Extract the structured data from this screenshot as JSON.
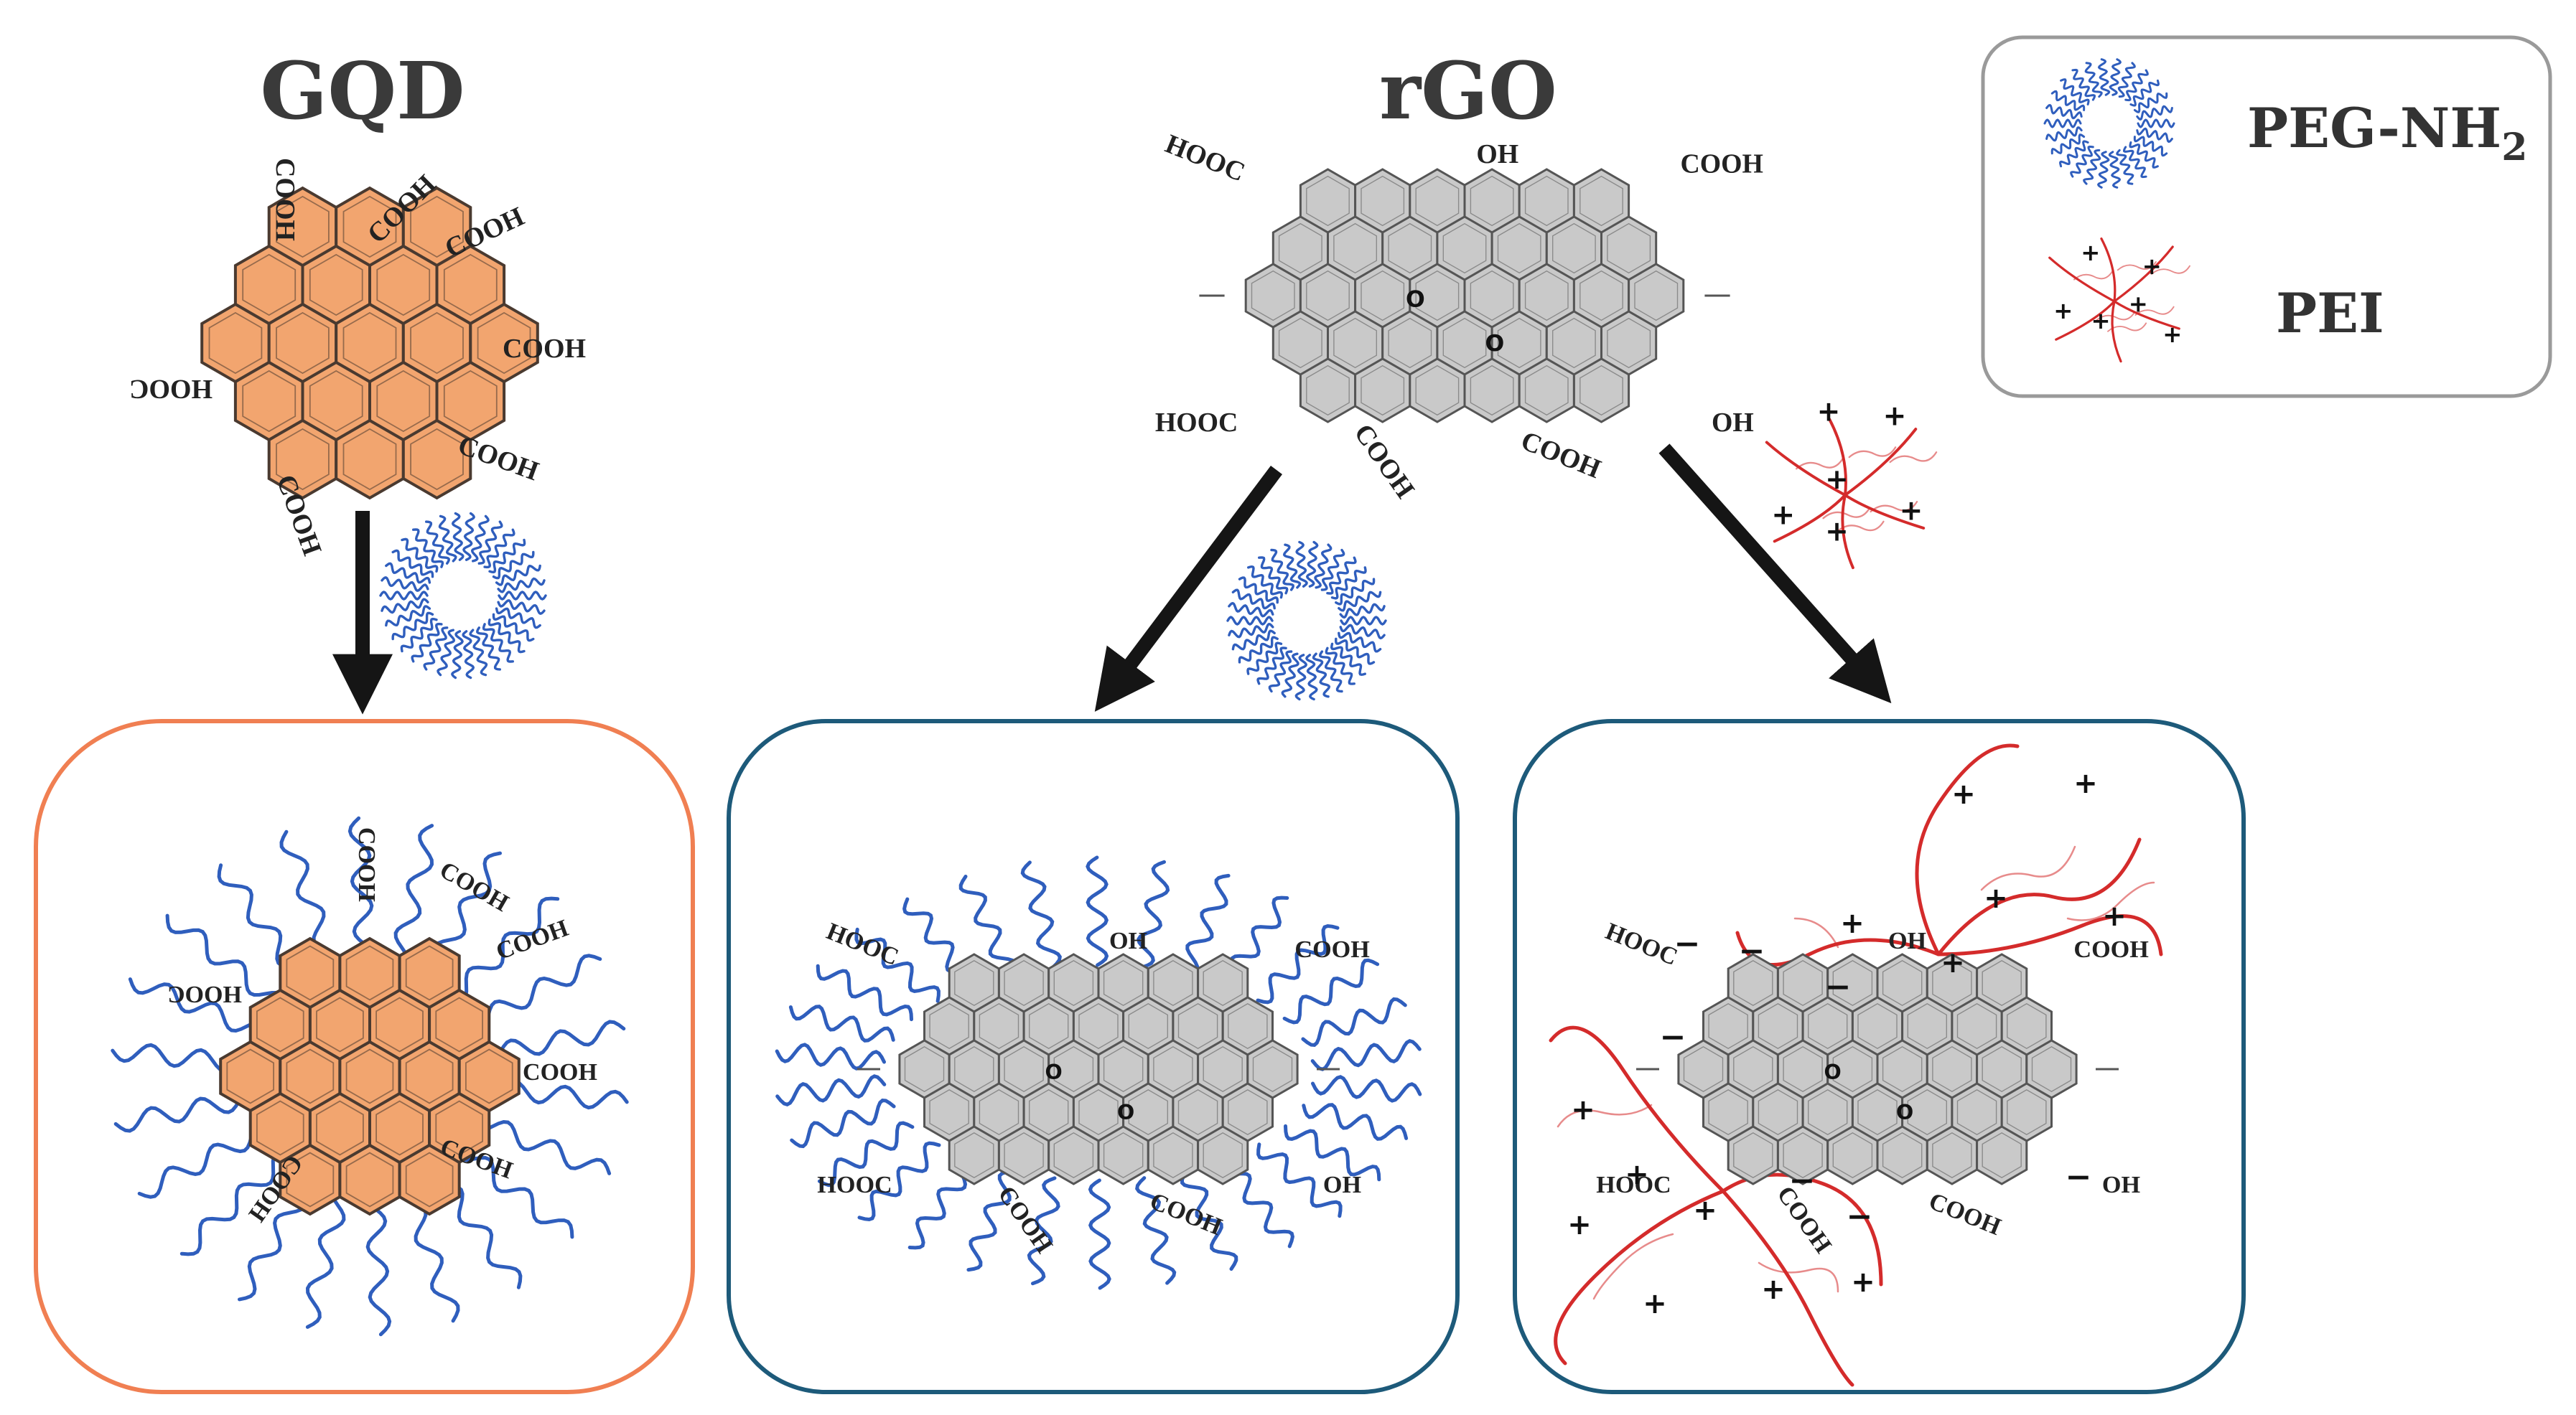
{
  "titles": {
    "gqd": "GQD",
    "rgo": "rGO"
  },
  "legend": {
    "peg": "PEG-NH",
    "peg_sub": "2",
    "pei": "PEI"
  },
  "groups": {
    "cooh": "COOH",
    "hooc": "HOOC",
    "oh": "OH",
    "o": "O"
  },
  "signs": {
    "plus": "+",
    "minus": "−"
  },
  "colors": {
    "gqd_fill": "#f2a56f",
    "gqd_box_border": "#f07f52",
    "rgo_fill": "#c9c9c9",
    "rgo_box_border": "#1d5a7a",
    "peg": "#2f5ebd",
    "pei": "#d42b2b",
    "arrow": "#151515",
    "legend_border": "#9a9a9a"
  }
}
